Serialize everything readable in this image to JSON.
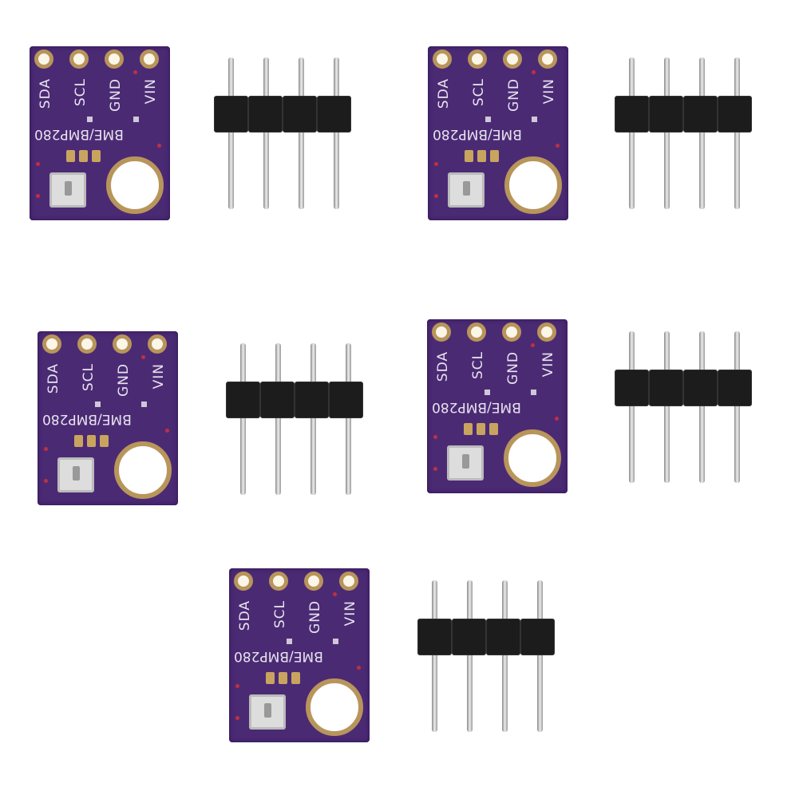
{
  "board": {
    "pins": [
      "SDA",
      "SCL",
      "GND",
      "VIN"
    ],
    "chip_label": "BME/BMP280",
    "pcb_color": "#4b2a74",
    "pad_color": "#b8955a"
  },
  "header": {
    "pin_count": 4,
    "body_color": "#1c1c1c"
  },
  "kit_count": 5
}
